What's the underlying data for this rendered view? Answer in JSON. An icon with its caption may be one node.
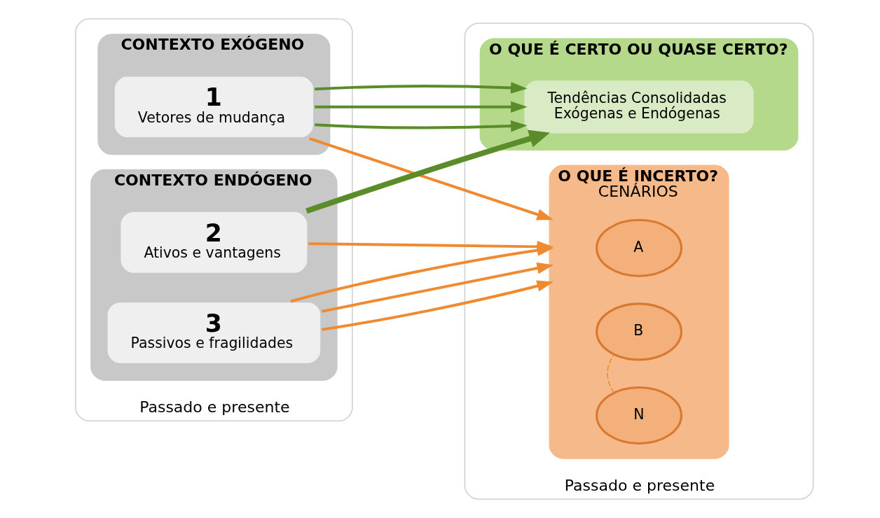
{
  "diagram": {
    "nodes": [
      {
        "text": [],
        "shape": "box",
        "beside": [
          "Passado e presente"
        ]
      },
      {
        "text": [
          "CONTEXTO EXÓGENO"
        ],
        "in": 0
      },
      {
        "text": [
          "1",
          "Vetores de mudança"
        ],
        "in": 1
      },
      {
        "text": [
          "CONTEXTO ENDÓGENO"
        ],
        "in": 0
      },
      {
        "text": [
          "2",
          "Ativos e vantagens"
        ],
        "in": 3
      },
      {
        "text": [
          "3",
          "Passivos e fragilidades"
        ],
        "in": 3
      },
      {
        "text": [],
        "shape": "box",
        "beside": [
          "Passado e presente"
        ]
      },
      {
        "text": [
          "O QUE É CERTO OU QUASE CERTO?"
        ],
        "in": 6
      },
      {
        "text": [
          "Tendências Consolidadas",
          "Exógenas e Endógenas"
        ],
        "in": 7
      },
      {
        "text": [
          "O QUE É INCERTO?",
          "CENÁRIOS"
        ],
        "in": 6
      },
      {
        "text": [
          "A"
        ],
        "in": 9
      },
      {
        "text": [
          "B"
        ],
        "in": 9
      },
      {
        "text": [
          "N"
        ],
        "in": 9
      }
    ],
    "edges": [
      {
        "from": 2,
        "to": 8,
        "arrow": "to",
        "color": "#5b8c2a"
      },
      {
        "from": 2,
        "to": 8,
        "arrow": "to",
        "color": "#5b8c2a"
      },
      {
        "from": 2,
        "to": 8,
        "arrow": "to",
        "color": "#5b8c2a"
      },
      {
        "from": 4,
        "to": 8,
        "arrow": "to",
        "color": "#5b8c2a",
        "style": "thick"
      },
      {
        "from": 2,
        "to": 9,
        "arrow": "to"
      },
      {
        "from": 4,
        "to": 9,
        "arrow": "to"
      },
      {
        "from": 5,
        "to": 9,
        "arrow": "to"
      },
      {
        "from": 5,
        "to": 9,
        "arrow": "to"
      },
      {
        "from": 5,
        "to": 9,
        "arrow": "to"
      },
      {
        "from": 11,
        "to": 12,
        "arrow": "none",
        "style": "dashed"
      }
    ]
  }
}
